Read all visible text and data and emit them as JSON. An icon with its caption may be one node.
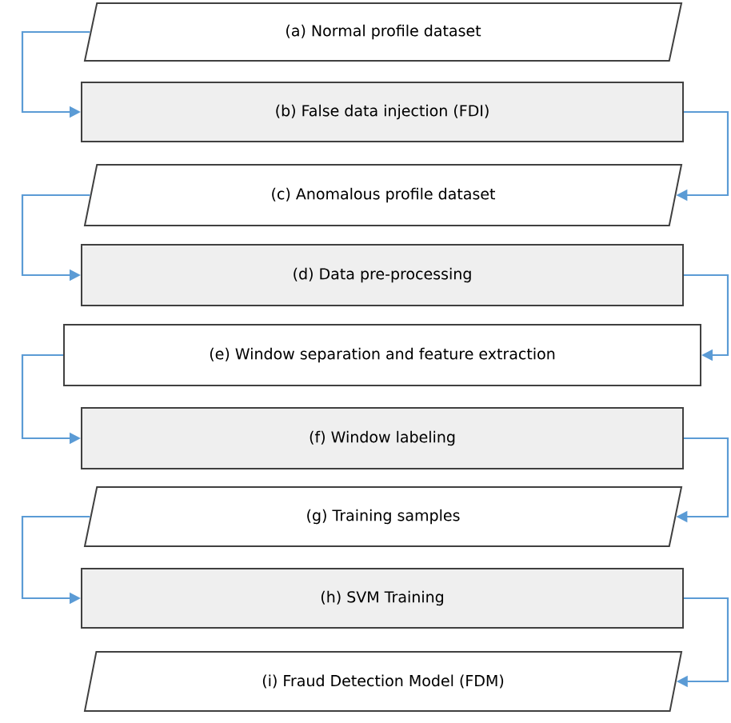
{
  "diagram": {
    "nodes": [
      {
        "text": [
          "(a) Normal profile dataset"
        ]
      },
      {
        "text": [
          "(b) False data injection (FDI)"
        ]
      },
      {
        "text": [
          "(c) Anomalous profile dataset"
        ]
      },
      {
        "text": [
          "(d) Data pre-processing"
        ]
      },
      {
        "text": [
          "(e) Window separation and feature extraction"
        ]
      },
      {
        "text": [
          "(f) Window labeling"
        ]
      },
      {
        "text": [
          "(g) Training samples"
        ]
      },
      {
        "text": [
          "(h) SVM Training"
        ]
      },
      {
        "text": [
          "(i) Fraud Detection Model (FDM)"
        ]
      }
    ],
    "edges": [
      {
        "from": 0,
        "to": 1,
        "arrow": "to"
      },
      {
        "from": 1,
        "to": 2,
        "arrow": "to"
      },
      {
        "from": 2,
        "to": 3,
        "arrow": "to"
      },
      {
        "from": 3,
        "to": 4,
        "arrow": "to"
      },
      {
        "from": 4,
        "to": 5,
        "arrow": "to"
      },
      {
        "from": 5,
        "to": 6,
        "arrow": "to"
      },
      {
        "from": 6,
        "to": 7,
        "arrow": "to"
      },
      {
        "from": 7,
        "to": 8,
        "arrow": "to"
      }
    ]
  }
}
